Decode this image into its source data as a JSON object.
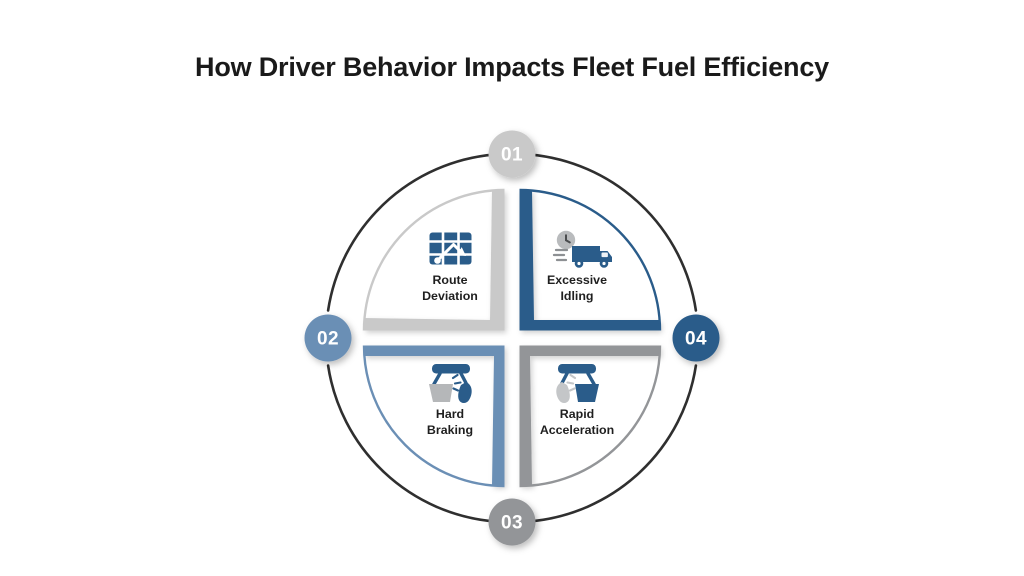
{
  "header": {
    "title": "How Driver Behavior Impacts Fleet Fuel Efficiency"
  },
  "diagram": {
    "type": "four-quadrant-circle",
    "badges": [
      {
        "number": "01",
        "position": "top",
        "color": "#c9c9c9"
      },
      {
        "number": "02",
        "position": "left",
        "color": "#6b8fb5"
      },
      {
        "number": "03",
        "position": "bottom",
        "color": "#939598"
      },
      {
        "number": "04",
        "position": "right",
        "color": "#2a5c8a"
      }
    ],
    "quadrants": [
      {
        "id": "route-deviation",
        "badge": "01",
        "position": "top-left",
        "label_line1": "Route",
        "label_line2": "Deviation",
        "icon": "map-route-icon",
        "wedge_color": "#c9c9c9",
        "arc_color": "#c9c9c9"
      },
      {
        "id": "excessive-idling",
        "badge": "04",
        "position": "top-right",
        "label_line1": "Excessive",
        "label_line2": "Idling",
        "icon": "truck-clock-icon",
        "wedge_color": "#2a5c8a",
        "arc_color": "#2a5c8a"
      },
      {
        "id": "hard-braking",
        "badge": "02",
        "position": "bottom-left",
        "label_line1": "Hard",
        "label_line2": "Braking",
        "icon": "brake-pedal-icon",
        "wedge_color": "#6b8fb5",
        "arc_color": "#6b8fb5"
      },
      {
        "id": "rapid-acceleration",
        "badge": "03",
        "position": "bottom-right",
        "label_line1": "Rapid",
        "label_line2": "Acceleration",
        "icon": "accelerator-pedal-icon",
        "wedge_color": "#939598",
        "arc_color": "#939598"
      }
    ],
    "outer_ring_color": "#2f2f2f",
    "background": "#ffffff"
  }
}
